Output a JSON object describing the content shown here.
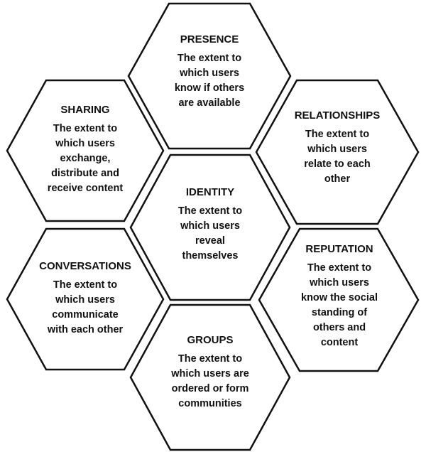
{
  "hexagons": [
    {
      "key": "presence",
      "title": "PRESENCE",
      "desc": "The extent to\nwhich users\nknow if others\nare available"
    },
    {
      "key": "sharing",
      "title": "SHARING",
      "desc": "The extent to\nwhich users\nexchange,\ndistribute and\nreceive content"
    },
    {
      "key": "relationships",
      "title": "RELATIONSHIPS",
      "desc": "The extent to\nwhich users\nrelate to each\nother"
    },
    {
      "key": "identity",
      "title": "IDENTITY",
      "desc": "The extent to\nwhich users\nreveal\nthemselves"
    },
    {
      "key": "conversations",
      "title": "CONVERSATIONS",
      "desc": "The extent to\nwhich users\ncommunicate\nwith each other"
    },
    {
      "key": "reputation",
      "title": "REPUTATION",
      "desc": "The extent to\nwhich users\nknow the social\nstanding of\nothers and\ncontent"
    },
    {
      "key": "groups",
      "title": "GROUPS",
      "desc": "The extent to\nwhich users are\nordered or form\ncommunities"
    }
  ],
  "colors": {
    "stroke": "#111111",
    "fill": "#ffffff",
    "text": "#111111"
  }
}
